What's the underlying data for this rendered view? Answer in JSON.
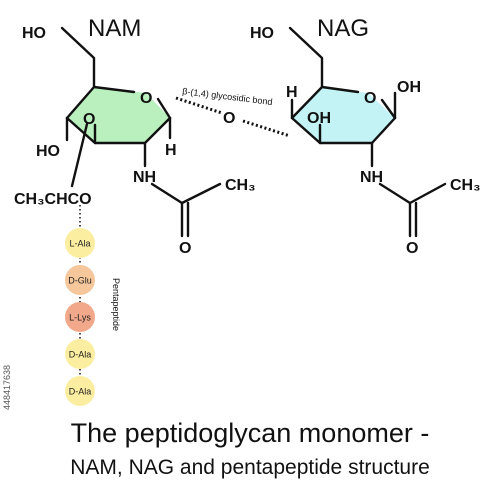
{
  "diagram": {
    "nam": {
      "name": "NAM",
      "ho_top": "HO",
      "ho_left": "HO",
      "ring_o": "O",
      "ether_o": "O",
      "h_right": "H",
      "nh": "NH",
      "ch3": "CH₃",
      "carbonyl_o": "O",
      "lactyl": "CH₃CHCO",
      "ring_color": "#b9f0bd"
    },
    "nag": {
      "name": "NAG",
      "ho_top": "HO",
      "ring_o": "O",
      "oh_right": "OH",
      "h_left": "H",
      "oh_left": "OH",
      "nh": "NH",
      "ch3": "CH₃",
      "carbonyl_o": "O",
      "ring_color": "#c3f3f5"
    },
    "bond": {
      "label": "β-(1,4) glycosidic bond",
      "o": "O"
    },
    "pentapeptide": {
      "label": "Pentapeptide",
      "residues": [
        {
          "name": "L-Ala",
          "color": "#fbeea0"
        },
        {
          "name": "D-Glu",
          "color": "#f6c79b"
        },
        {
          "name": "L-Lys",
          "color": "#f2a88a"
        },
        {
          "name": "D-Ala",
          "color": "#fbeea0"
        },
        {
          "name": "D-Ala",
          "color": "#fbeea0"
        }
      ]
    }
  },
  "watermark_id": "448417638",
  "title": {
    "line1": "The peptidoglycan monomer -",
    "line2": "NAM, NAG and pentapeptide structure"
  }
}
